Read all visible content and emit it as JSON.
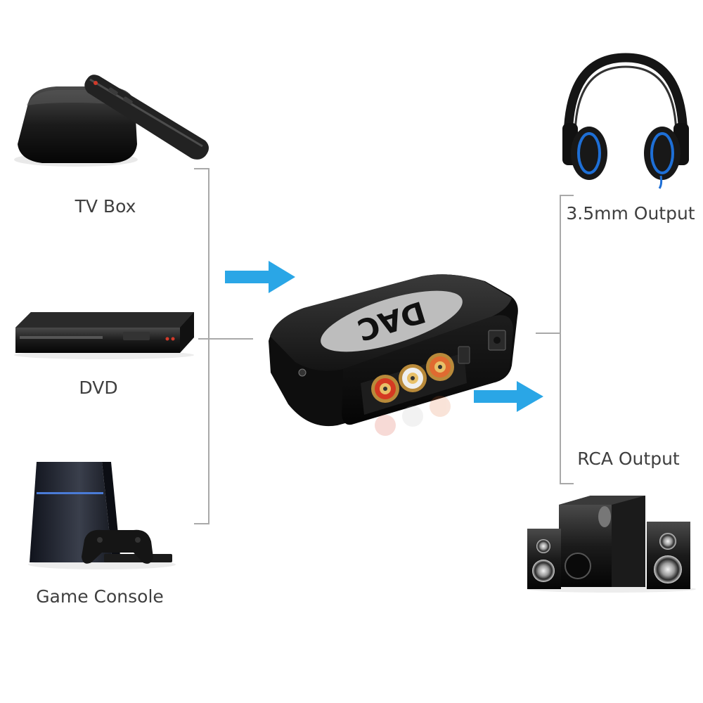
{
  "diagram": {
    "inputs": [
      {
        "id": "tv-box",
        "label": "TV Box"
      },
      {
        "id": "dvd",
        "label": "DVD"
      },
      {
        "id": "game-console",
        "label": "Game Console"
      }
    ],
    "device": {
      "label": "DAC"
    },
    "outputs": [
      {
        "id": "headphones",
        "label": "3.5mm Output"
      },
      {
        "id": "speakers",
        "label": "RCA Output"
      }
    ],
    "colors": {
      "arrow": "#2aa6e6",
      "connector": "#a9a9a9",
      "label_text": "#3f3f3f",
      "device_body": "#1a1a1a",
      "headphone_accent": "#1e6fd6",
      "rca_red": "#d53a22",
      "rca_white": "#efefef",
      "rca_gold": "#d9a441"
    }
  }
}
